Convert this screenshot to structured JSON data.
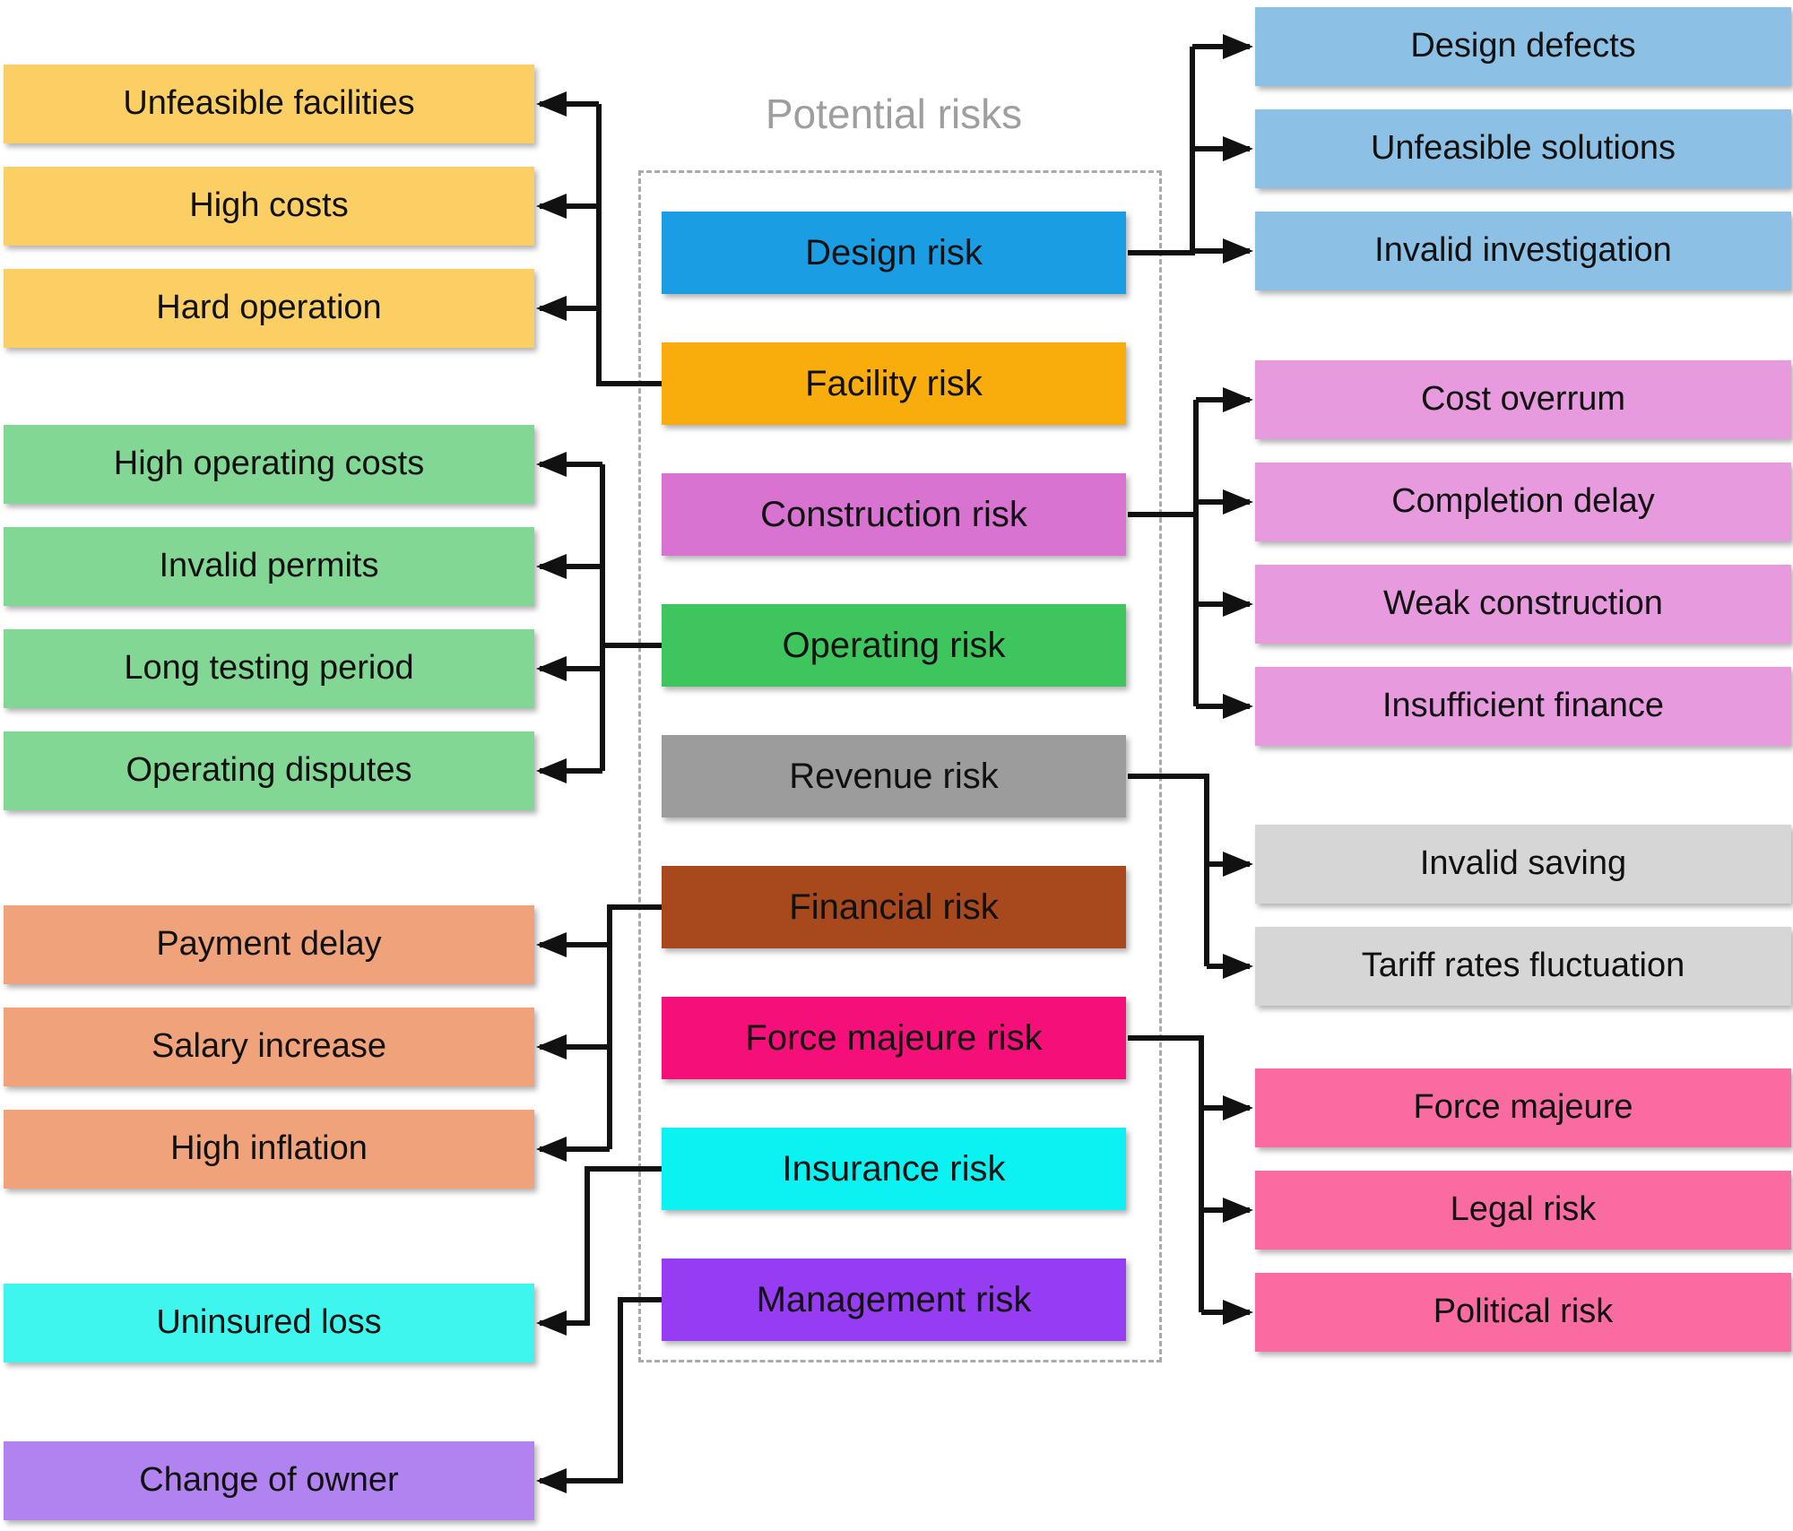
{
  "title": "Potential risks",
  "center": {
    "items": [
      {
        "label": "Design risk",
        "color": "#1b9de3"
      },
      {
        "label": "Facility risk",
        "color": "#f8ad0c"
      },
      {
        "label": "Construction risk",
        "color": "#d973d2"
      },
      {
        "label": "Operating risk",
        "color": "#3fc55e"
      },
      {
        "label": "Revenue risk",
        "color": "#9c9c9c"
      },
      {
        "label": "Financial risk",
        "color": "#a7481d"
      },
      {
        "label": "Force majeure risk",
        "color": "#f50f78"
      },
      {
        "label": "Insurance risk",
        "color": "#0cf2f2"
      },
      {
        "label": "Management risk",
        "color": "#963cf2"
      }
    ]
  },
  "left": {
    "groups": [
      {
        "name": "facility",
        "color": "#fbcf63",
        "items": [
          "Unfeasible facilities",
          "High costs",
          "Hard operation"
        ]
      },
      {
        "name": "operating",
        "color": "#82d794",
        "items": [
          "High operating costs",
          "Invalid permits",
          "Long testing period",
          "Operating disputes"
        ]
      },
      {
        "name": "financial",
        "color": "#f0a27b",
        "items": [
          "Payment delay",
          "Salary increase",
          "High inflation"
        ]
      },
      {
        "name": "insurance",
        "color": "#3ff6ee",
        "items": [
          "Uninsured loss"
        ]
      },
      {
        "name": "management",
        "color": "#b083f0",
        "items": [
          "Change of owner"
        ]
      }
    ]
  },
  "right": {
    "groups": [
      {
        "name": "design",
        "color": "#8cc0e4",
        "items": [
          "Design defects",
          "Unfeasible solutions",
          "Invalid investigation"
        ]
      },
      {
        "name": "construction",
        "color": "#e79ade",
        "items": [
          "Cost overrum",
          "Completion delay",
          "Weak construction",
          "Insufficient finance"
        ]
      },
      {
        "name": "revenue",
        "color": "#d6d6d6",
        "items": [
          "Invalid saving",
          "Tariff rates fluctuation"
        ]
      },
      {
        "name": "forcemajeure",
        "color": "#f96ba1",
        "items": [
          "Force majeure",
          "Legal risk",
          "Political risk"
        ]
      }
    ]
  },
  "connector_color": "#111111"
}
